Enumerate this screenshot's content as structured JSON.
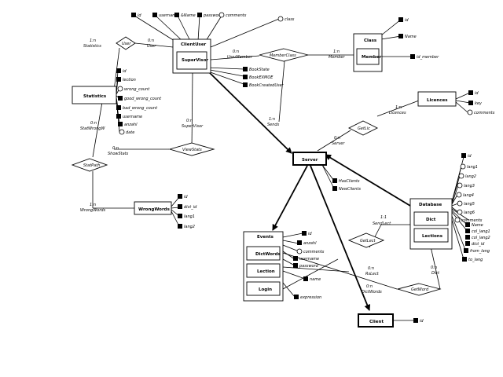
{
  "entities": {
    "clientuser": "ClientUser",
    "supervisor_inner": "SuperVisor",
    "class": "Class",
    "member": "Member",
    "statistics": "Statistics",
    "licences": "Licences",
    "server": "Server",
    "wrongwords": "WrongWords",
    "events": "Events",
    "dictwords": "DictWords",
    "lection": "Lection",
    "login": "Login",
    "database": "Database",
    "dict": "Dict",
    "lections": "Lections",
    "client": "Client"
  },
  "relationships": {
    "user": "User",
    "membersclass": "MemberClass",
    "getlic": "GetLic",
    "viewstats": "ViewStats",
    "statpath": "StatPath",
    "getlect": "GetLect",
    "getword": "GetWord"
  },
  "attributes": {
    "cu_id": "id",
    "cu_username": "username",
    "cu_fullname": "&Name",
    "cu_password": "password",
    "cu_comments": "comments",
    "cu_class": "class",
    "class_id": "id",
    "class_name": "Name",
    "class_id_member": "id_member",
    "sv_bookstate": "BookState",
    "sv_bookexmoe": "BookEXMOE",
    "sv_bookcreatedusr": "BookCreatedUser",
    "st_id": "id",
    "st_lection": "lection",
    "st_wrong_count": "wrong_count",
    "st_good_wrong_count": "good_wrong_count",
    "st_bad_wrong_count": "bad_wrong_count",
    "st_username": "username",
    "st_anzahl": "anzahl",
    "st_date": "date",
    "lic_id": "id",
    "lic_key": "key",
    "lic_comments": "comments",
    "srv_hasclients": "HasClients",
    "srv_newclients": "NewClients",
    "ww_id": "id",
    "ww_dict_id": "dict_id",
    "ww_lang1": "lang1",
    "ww_lang2": "lang2",
    "ev_id": "id",
    "ev_anzahl": "anzahl",
    "ev_comments": "comments",
    "ev_username": "username",
    "ev_password": "password",
    "ev_name": "name",
    "ev_expression": "expression",
    "db_id": "id",
    "db_lang1": "lang1",
    "db_lang2": "lang2",
    "db_lang3": "lang3",
    "db_lang4": "lang4",
    "db_lang5": "lang5",
    "db_lang6": "lang6",
    "db_comments": "comments",
    "db_name": "Name",
    "db_col_lang1": "col_lang1",
    "db_col_lang2": "col_lang2",
    "db_dict_id": "dict_id",
    "db_from_lang": "from_lang",
    "db_to_lang": "to_lang",
    "cl_id": "id"
  },
  "cardinalities": {
    "c_user_l": "1:n",
    "c_user_l2": "Statistics",
    "c_user_r": "0:n",
    "c_user_r2": "User",
    "c_mc_l": "1:n",
    "c_mc_l2": "Member",
    "c_mc_r": "0:n",
    "c_mc_r2": "UserMember",
    "c_mc_b": "1:n",
    "c_mc_b2": "Sends",
    "c_sv_l": "0:n",
    "c_sv_l2": "SuperVisor",
    "c_vs_l": "0:n",
    "c_vs_l2": "ShowStats",
    "c_stat_a": "0:n",
    "c_stat_a2": "StatWrongW",
    "c_stat_b": "1:n",
    "c_stat_b2": "WrongWords",
    "c_lic_a": "1:n",
    "c_lic_a2": "Licences",
    "c_lic_b": "0:n",
    "c_lic_b2": "Server",
    "c_gl_a": "1:1",
    "c_gl_a2": "SendLect",
    "c_gl_b": "0:n",
    "c_gl_b2": "RsLect",
    "c_gw_a": "0:n",
    "c_gw_a2": "DictWords",
    "c_gw_b": "0:n",
    "c_gw_b2": "Dict"
  }
}
